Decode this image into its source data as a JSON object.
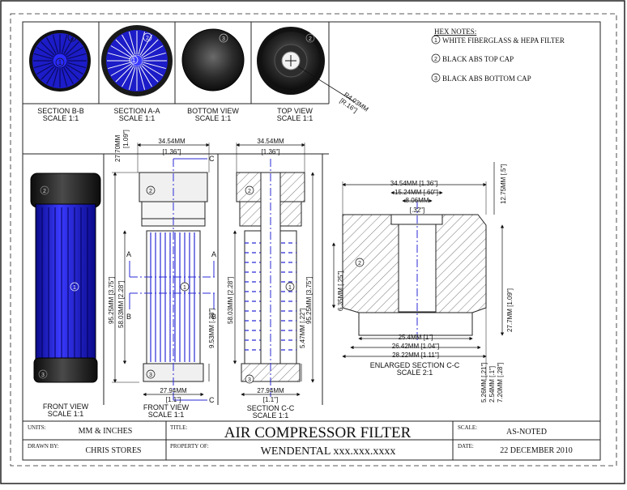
{
  "hex_notes": {
    "title": "HEX NOTES:",
    "items": [
      {
        "num": "1",
        "text": "WHITE FIBERGLASS & HEPA FILTER"
      },
      {
        "num": "2",
        "text": "BLACK ABS TOP CAP"
      },
      {
        "num": "3",
        "text": "BLACK ABS BOTTOM CAP"
      }
    ]
  },
  "top_views": [
    {
      "name": "SECTION B-B",
      "scale": "SCALE 1:1"
    },
    {
      "name": "SECTION A-A",
      "scale": "SCALE 1:1"
    },
    {
      "name": "BOTTOM VIEW",
      "scale": "SCALE 1:1"
    },
    {
      "name": "TOP VIEW",
      "scale": "SCALE 1:1"
    }
  ],
  "radius_note": {
    "line1": "R4.03MM",
    "line2": "[R.16\"]"
  },
  "views": {
    "front_left": {
      "name": "FRONT VIEW",
      "scale": "SCALE 1:1"
    },
    "front_mid": {
      "name": "FRONT VIEW",
      "scale": "SCALE 1:1"
    },
    "section_cc": {
      "name": "SECTION C-C",
      "scale": "SCALE 1:1"
    },
    "enlarged": {
      "name": "ENLARGED SECTION C-C",
      "scale": "SCALE 2:1"
    }
  },
  "dims": {
    "width_mm": "34.54MM",
    "width_in": "[1.36\"]",
    "top_h_mm": "27.70MM",
    "top_h_in": "[1.09\"]",
    "bottom_w_mm": "27.94MM",
    "bottom_w_in": "[1.1\"]",
    "total_h": "95.25MM [3.75\"]",
    "body_h": "58.03MM [2.28\"]",
    "bottom_h": "9.53MM [.38\"]",
    "sec_body_h": "58.03MM [2.28\"]",
    "sec_total_h": "95.25MM [3.75\"]",
    "sec_small": "5.47MM [.22\"]",
    "enl_w1": "34.54MM [1.36\"]",
    "enl_w2": "15.24MM [.60\"]",
    "enl_w3_mm": "8.06MM",
    "enl_w3_in": "[.32\"]",
    "enl_top_h": "12.75MM [.5\"]",
    "enl_left_h": "6.35MM [.25\"]",
    "enl_right_h1": "27.7MM [1.09\"]",
    "enl_b1": "25.4MM [1\"]",
    "enl_b2": "26.42MM [1.04\"]",
    "enl_b3": "28.22MM [1.11\"]",
    "enl_v1": "5.26MM [.21\"]",
    "enl_v2": "2.54MM [.1\"]",
    "enl_v3": "7.20MM [.28\"]"
  },
  "markers": {
    "c": "C",
    "a": "A",
    "b": "B",
    "balloon1": "1",
    "balloon2": "2",
    "balloon3": "3"
  },
  "title_block": {
    "units_label": "UNITS:",
    "units_value": "MM & INCHES",
    "title_label": "TITLE:",
    "title_value": "AIR COMPRESSOR FILTER",
    "scale_label": "SCALE:",
    "scale_value": "AS-NOTED",
    "drawn_label": "DRAWN BY:",
    "drawn_value": "CHRIS STORES",
    "property_label": "PROPERTY OF:",
    "property_value": "WENDENTAL  xxx.xxx.xxxx",
    "date_label": "DATE:",
    "date_value": "22 DECEMBER 2010"
  },
  "colors": {
    "filter_blue": "#1c1cc8",
    "cap_black": "#1b1b1b",
    "line_blue": "#2a2ad6"
  }
}
